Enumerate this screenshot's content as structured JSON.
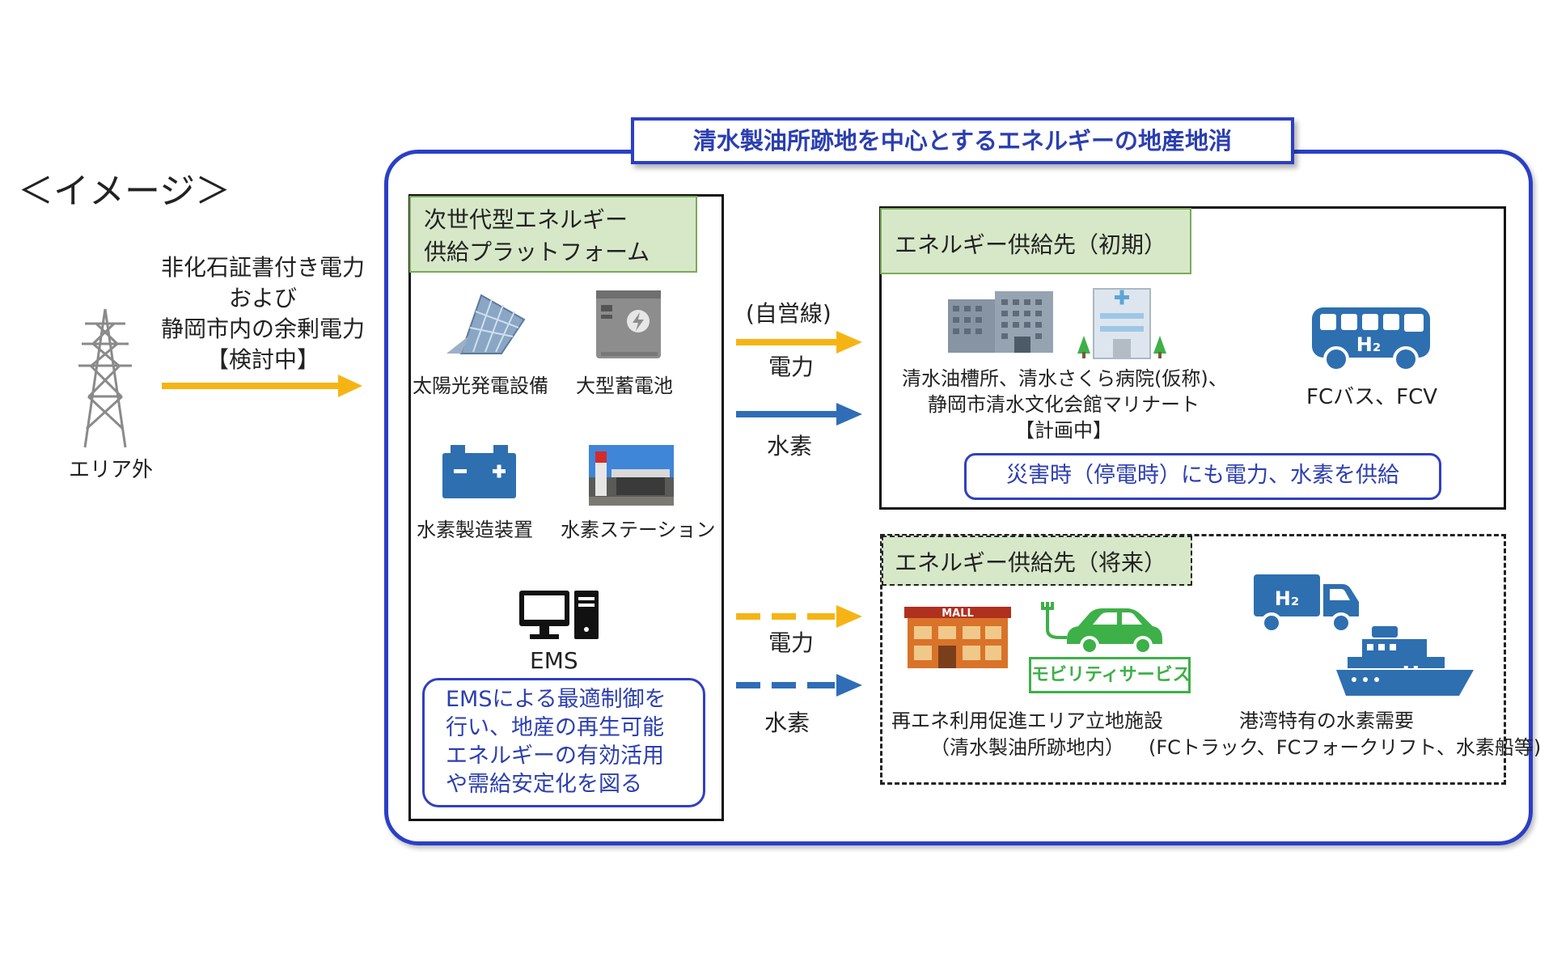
{
  "heading": "＜イメージ＞",
  "banner_title": "清水製油所跡地を中心とするエネルギーの地産地消",
  "outside": {
    "tower_label": "エリア外",
    "supply_lines": [
      "非化石証書付き電力",
      "および",
      "静岡市内の余剰電力",
      "【検討中】"
    ]
  },
  "platform": {
    "title_lines": [
      "次世代型エネルギー",
      "供給プラットフォーム"
    ],
    "items": {
      "solar": "太陽光発電設備",
      "battery": "大型蓄電池",
      "electrolyzer": "水素製造装置",
      "station": "水素ステーション",
      "ems": "EMS"
    },
    "ems_note_lines": [
      "EMSによる最適制御を",
      "行い、地産の再生可能",
      "エネルギーの有効活用",
      "や需給安定化を図る"
    ]
  },
  "arrows": {
    "private_line": "(自営線)",
    "power_label_1": "電力",
    "hydrogen_label_1": "水素",
    "power_label_2": "電力",
    "hydrogen_label_2": "水素"
  },
  "initial": {
    "title": "エネルギー供給先（初期）",
    "facilities_lines": [
      "清水油槽所、清水さくら病院(仮称)、",
      "静岡市清水文化会館マリナート",
      "【計画中】"
    ],
    "bus_label": "FCバス、FCV",
    "disaster_note": "災害時（停電時）にも電力、水素を供給"
  },
  "future": {
    "title": "エネルギー供給先（将来）",
    "mall_sign": "MALL",
    "mobility_label": "モビリティサービス",
    "renewable_lines": [
      "再エネ利用促進エリア立地施設",
      "（清水製油所跡地内）"
    ],
    "port_lines": [
      "港湾特有の水素需要",
      "(FCトラック、FCフォークリフト、水素船等)"
    ]
  },
  "h2_mark": "H₂",
  "colors": {
    "frame_blue": "#2b3fc6",
    "arrow_yellow": "#f6b414",
    "arrow_blue": "#2f6db6",
    "header_green": "#d7e8c8",
    "icon_blue": "#2e6fb0",
    "icon_green": "#3db048",
    "text_blue": "#2c3fb0"
  }
}
